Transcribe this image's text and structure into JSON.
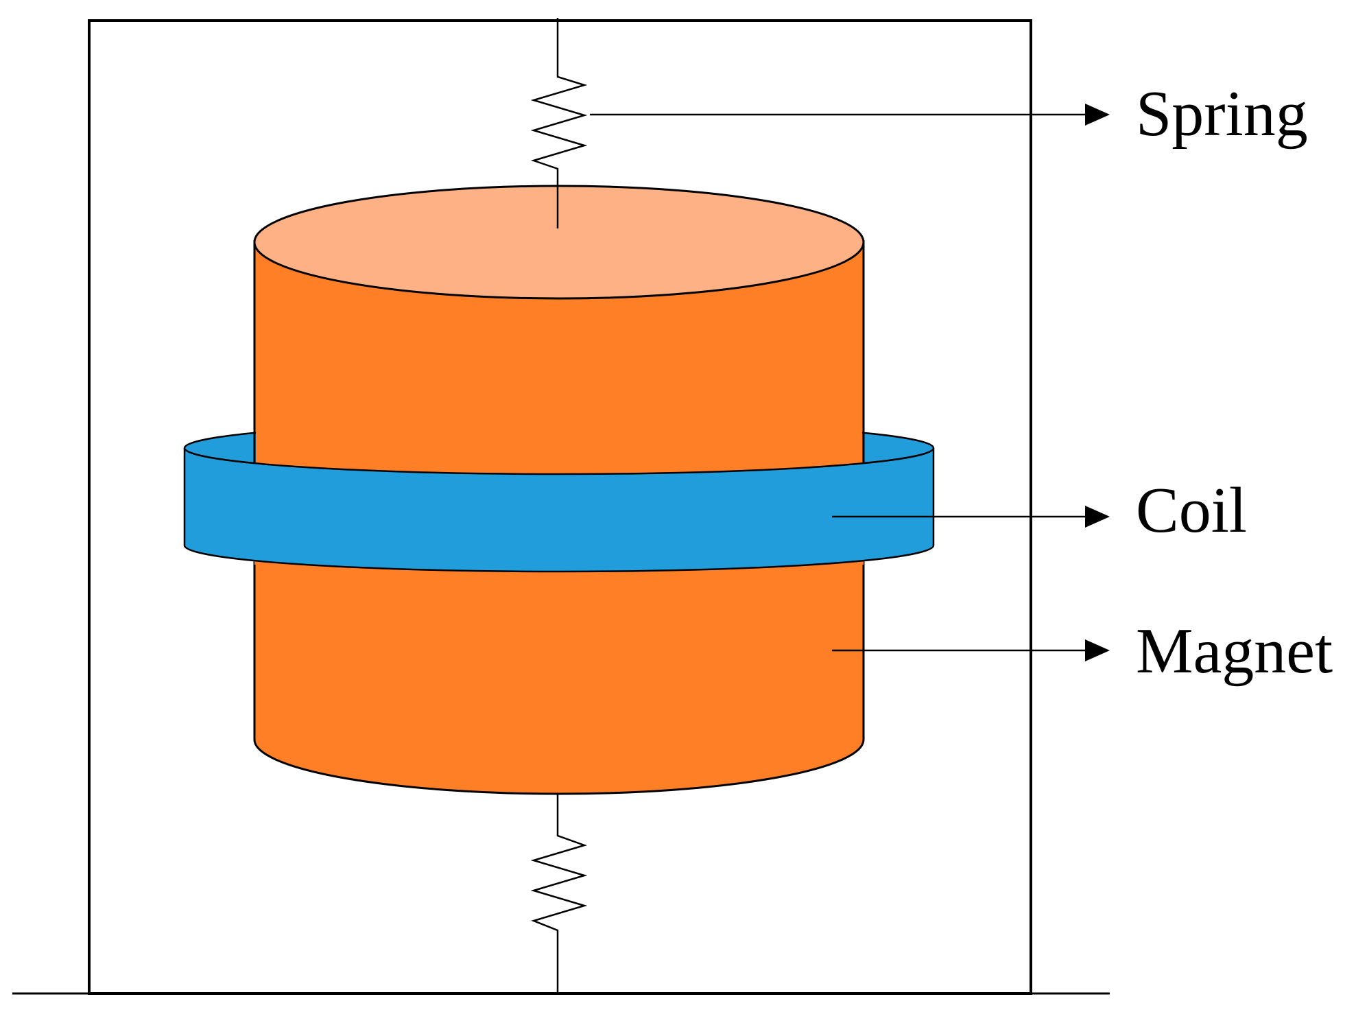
{
  "labels": {
    "spring": "Spring",
    "coil": "Coil",
    "magnet": "Magnet"
  },
  "colors": {
    "magnet_body": "#FF7F27",
    "magnet_top": "#FEB184",
    "coil": "#209DDA",
    "outline": "#000000",
    "background": "#FFFFFF"
  }
}
